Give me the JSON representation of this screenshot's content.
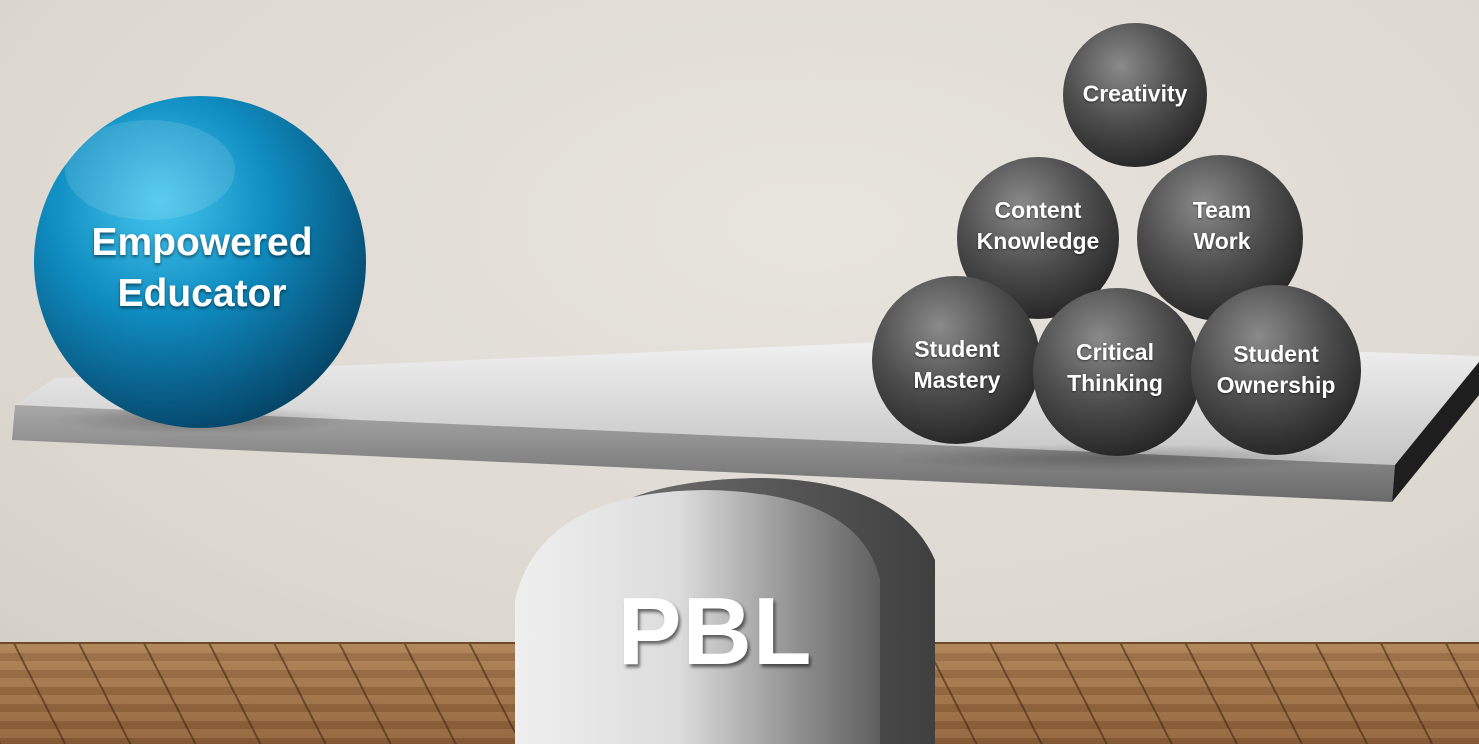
{
  "diagram": {
    "left_weight": {
      "lines": [
        "Empowered",
        "Educator"
      ],
      "color": "#0e86b5"
    },
    "right_weights": [
      {
        "id": "creativity",
        "lines": [
          "Creativity"
        ]
      },
      {
        "id": "content-knowledge",
        "lines": [
          "Content",
          "Knowledge"
        ]
      },
      {
        "id": "team-work",
        "lines": [
          "Team",
          "Work"
        ]
      },
      {
        "id": "student-mastery",
        "lines": [
          "Student",
          "Mastery"
        ]
      },
      {
        "id": "critical-thinking",
        "lines": [
          "Critical",
          "Thinking"
        ]
      },
      {
        "id": "student-ownership",
        "lines": [
          "Student",
          "Ownership"
        ]
      }
    ],
    "fulcrum": {
      "label": "PBL",
      "color": "#9c9c9c"
    },
    "plank_color": "#c9c9c9",
    "sphere_color": "#4a4a4a",
    "floor_color": "#9a6c42",
    "wall_color": "#e2ded7"
  }
}
